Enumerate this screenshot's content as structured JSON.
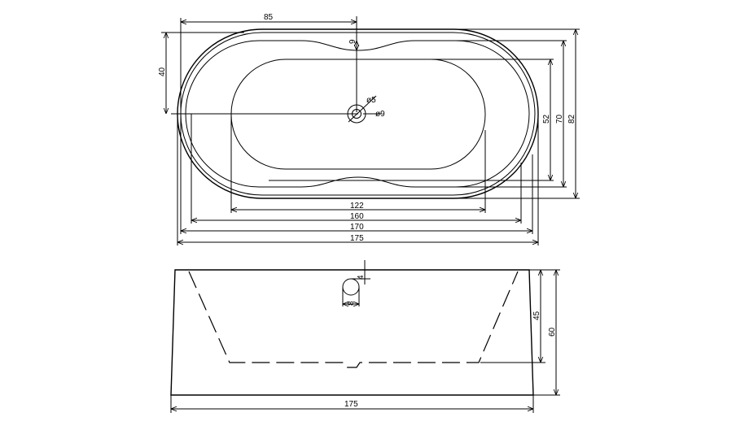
{
  "plan_view": {
    "dimensions": {
      "width_85": "85",
      "height_40": "40",
      "offset_9": "9",
      "drain_5": "ø5",
      "drain_9": "ø9",
      "depth_52": "52",
      "depth_70": "70",
      "depth_82": "82",
      "length_122": "122",
      "length_160": "160",
      "length_170": "170",
      "length_175": "175"
    }
  },
  "side_view": {
    "dimensions": {
      "overflow_4": "4",
      "overflow_8": "8",
      "height_45": "45",
      "height_60": "60",
      "length_175": "175"
    }
  }
}
